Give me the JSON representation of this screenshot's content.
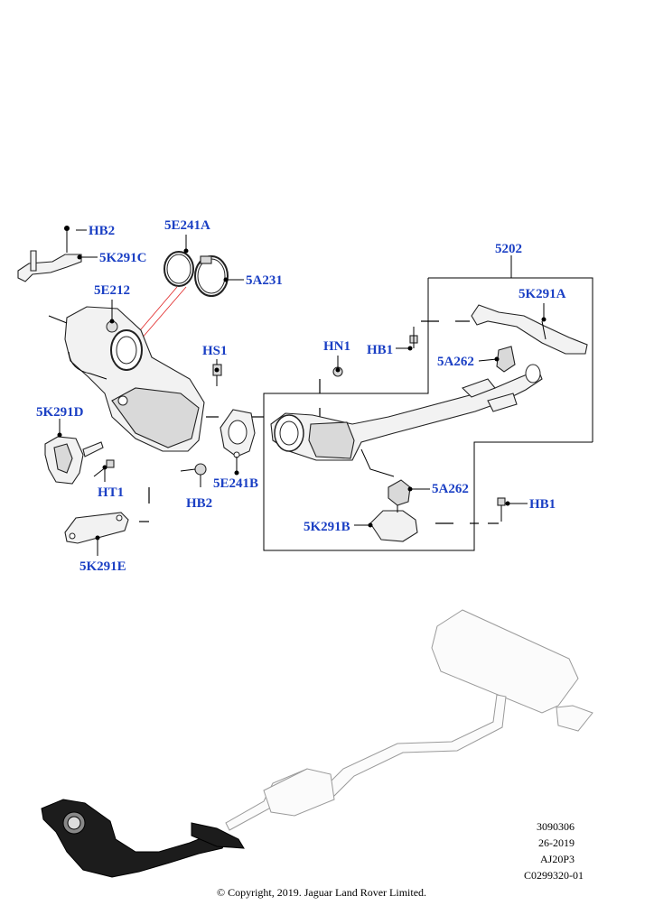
{
  "callouts": {
    "hb2_top": "HB2",
    "k291c": "5K291C",
    "e241a": "5E241A",
    "a231": "5A231",
    "e212": "5E212",
    "hs1": "HS1",
    "hn1": "HN1",
    "hb1_left": "HB1",
    "a262_upper": "5A262",
    "k291a": "5K291A",
    "group": "5202",
    "k291d": "5K291D",
    "ht1": "HT1",
    "hb2_bottom": "HB2",
    "e241b": "5E241B",
    "a262_lower": "5A262",
    "hb1_right": "HB1",
    "k291b": "5K291B",
    "k291e": "5K291E"
  },
  "footer": {
    "ref1": "3090306",
    "ref2": "26-2019",
    "ref3": "AJ20P3",
    "ref4": "C0299320-01",
    "copyright": "© Copyright, 2019. Jaguar Land Rover Limited."
  },
  "colors": {
    "callout": "#1a3fc4",
    "leader_red": "#e02020",
    "line": "#000000",
    "highlight": "#1c1c1c"
  }
}
